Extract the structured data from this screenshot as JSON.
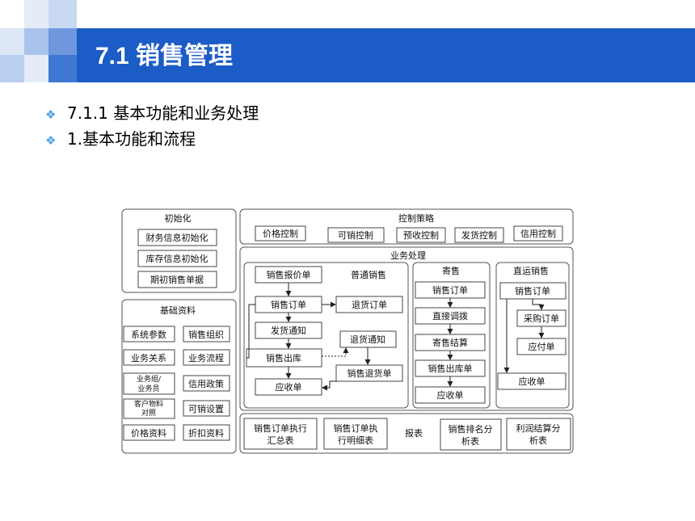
{
  "slide": {
    "title": "7.1  销售管理",
    "bullets": [
      "7.1.1  基本功能和业务处理",
      "1.基本功能和流程"
    ],
    "colors": {
      "banner": "#1c5cc6",
      "bullet": "#4a9fdf"
    }
  },
  "diagram": {
    "init": {
      "title": "初始化",
      "items": [
        "财务信息初始化",
        "库存信息初始化",
        "期初销售单据"
      ]
    },
    "basic": {
      "title": "基础资料",
      "items": [
        "系统参数",
        "销售组织",
        "业务关系",
        "业务流程",
        "业务组/业务员",
        "信用政策",
        "客户物料对照",
        "可销设置",
        "价格资料",
        "折扣资料"
      ]
    },
    "control": {
      "title": "控制策略",
      "items": [
        "价格控制",
        "可销控制",
        "预收控制",
        "发货控制",
        "信用控制"
      ]
    },
    "business": {
      "title": "业务处理"
    },
    "normal": {
      "title": "普通销售",
      "items": [
        "销售报价单",
        "销售订单",
        "退货订单",
        "发货通知",
        "退货通知",
        "销售出库",
        "销售退货单",
        "应收单"
      ]
    },
    "consign": {
      "title": "寄售",
      "items": [
        "销售订单",
        "直接调拨",
        "寄售结算",
        "销售出库单",
        "应收单"
      ]
    },
    "direct": {
      "title": "直运销售",
      "items": [
        "销售订单",
        "采购订单",
        "应付单",
        "应收单"
      ]
    },
    "report": {
      "title": "报表",
      "items": [
        "销售订单执行汇总表",
        "销售订单执行明细表",
        "销售排名分析表",
        "利润结算分析表"
      ]
    }
  }
}
